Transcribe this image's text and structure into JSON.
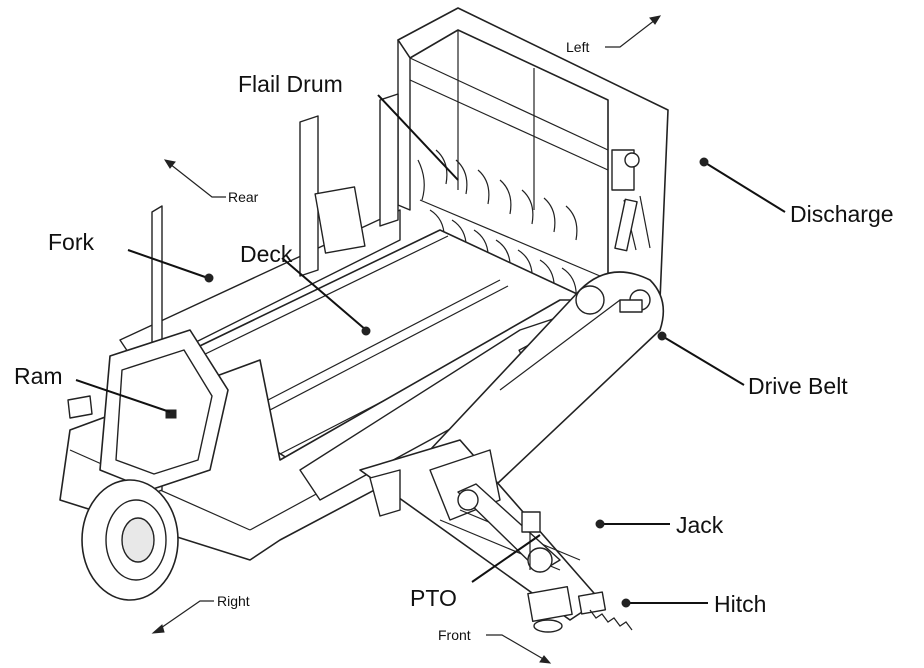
{
  "labels": {
    "flail_drum": "Flail Drum",
    "fork": "Fork",
    "deck": "Deck",
    "ram": "Ram",
    "discharge": "Discharge",
    "drive_belt": "Drive Belt",
    "jack": "Jack",
    "pto": "PTO",
    "hitch": "Hitch"
  },
  "directions": {
    "left": "Left",
    "rear": "Rear",
    "right": "Right",
    "front": "Front"
  }
}
